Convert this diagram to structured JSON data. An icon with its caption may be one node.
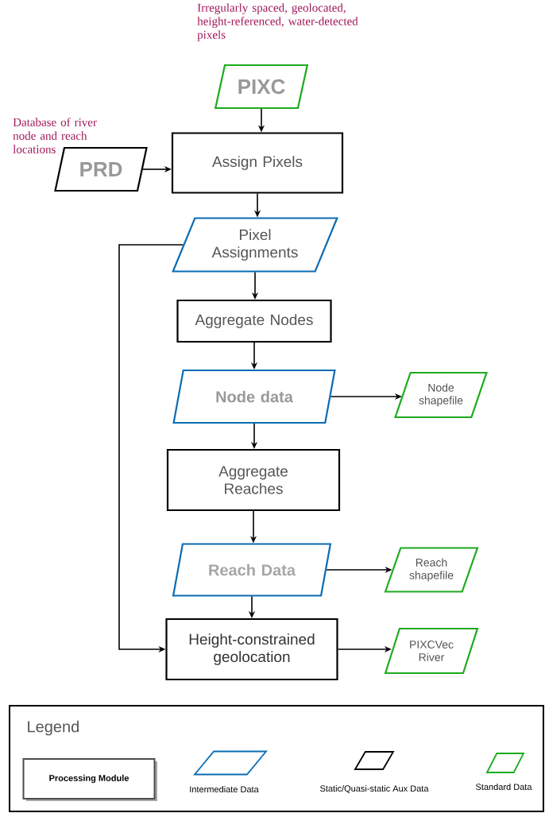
{
  "diagram": {
    "nodes": [
      {
        "text": [
          "PIXC"
        ],
        "beside": [
          "Irregularly spaced, geolocated, height-referenced, water-detected pixels"
        ]
      },
      {
        "text": [
          "PRD"
        ],
        "beside": [
          "Database of river node and reach locations"
        ]
      },
      {
        "text": [
          "Assign Pixels"
        ]
      },
      {
        "text": [
          "Pixel Assignments"
        ]
      },
      {
        "text": [
          "Aggregate Nodes"
        ]
      },
      {
        "text": [
          "Node data"
        ]
      },
      {
        "text": [
          "Node shapefile"
        ]
      },
      {
        "text": [
          "Aggregate Reaches"
        ]
      },
      {
        "text": [
          "Reach Data"
        ]
      },
      {
        "text": [
          "Reach shapefile"
        ]
      },
      {
        "text": [
          "Height-constrained geolocation"
        ]
      },
      {
        "text": [
          "PIXCVec River"
        ]
      }
    ],
    "edges": [
      {
        "from": 0,
        "to": 2,
        "arrow": "to"
      },
      {
        "from": 1,
        "to": 2,
        "arrow": "to"
      },
      {
        "from": 2,
        "to": 3,
        "arrow": "to"
      },
      {
        "from": 3,
        "to": 4,
        "arrow": "to"
      },
      {
        "from": 4,
        "to": 5,
        "arrow": "to"
      },
      {
        "from": 5,
        "to": 6,
        "arrow": "to"
      },
      {
        "from": 5,
        "to": 7,
        "arrow": "to"
      },
      {
        "from": 7,
        "to": 8,
        "arrow": "to"
      },
      {
        "from": 8,
        "to": 9,
        "arrow": "to"
      },
      {
        "from": 8,
        "to": 10,
        "arrow": "to"
      },
      {
        "from": 3,
        "to": 10,
        "arrow": "to"
      },
      {
        "from": 10,
        "to": 11,
        "arrow": "to"
      }
    ],
    "labels": [
      "Legend"
    ],
    "legend": [
      {
        "text": "Processing Module"
      },
      {
        "text": "Intermediate Data"
      },
      {
        "text": "Static/Quasi-static Aux Data"
      },
      {
        "text": "Standard Data"
      }
    ]
  }
}
